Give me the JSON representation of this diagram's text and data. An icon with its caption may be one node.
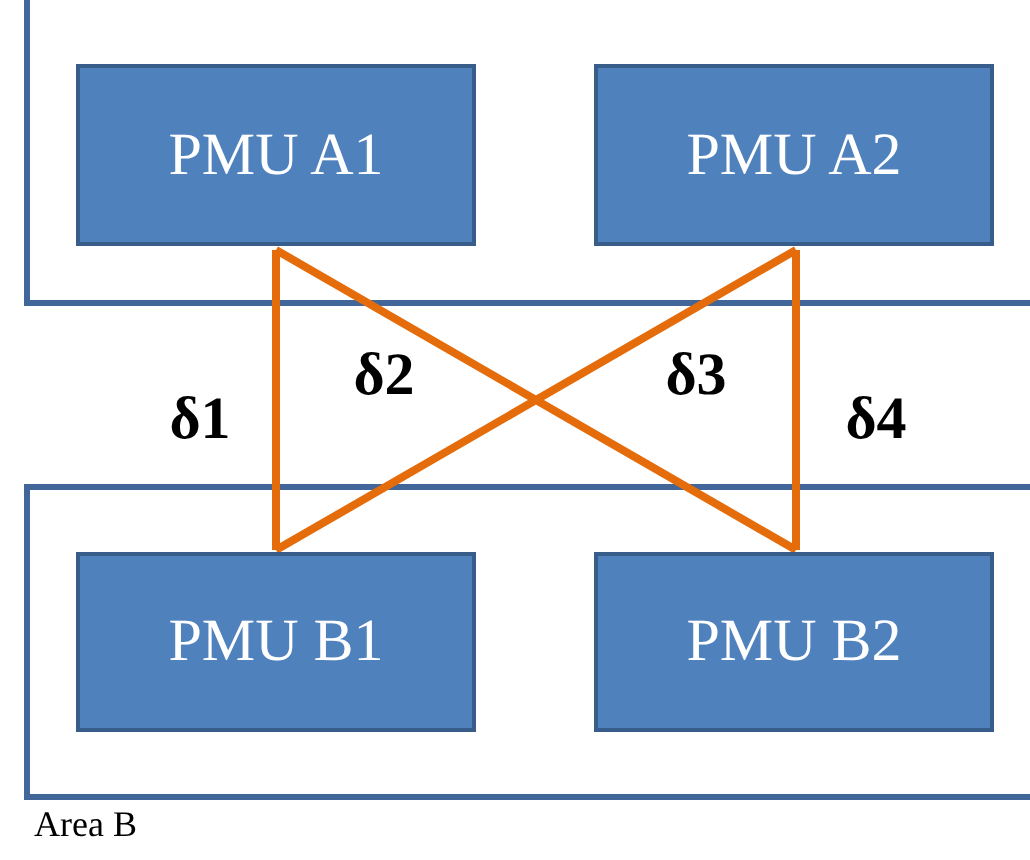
{
  "diagram": {
    "nodes": [
      {
        "text": [],
        "shape": "box"
      },
      {
        "text": [
          "PMU A1"
        ],
        "in": 0
      },
      {
        "text": [
          "PMU A2"
        ],
        "in": 0
      },
      {
        "text": [],
        "shape": "box",
        "beside": [
          "Area B"
        ]
      },
      {
        "text": [
          "PMU B1"
        ],
        "in": 3
      },
      {
        "text": [
          "PMU B2"
        ],
        "in": 3
      }
    ],
    "edges": [
      {
        "from": 1,
        "to": 4,
        "arrow": "none"
      },
      {
        "from": 1,
        "to": 5,
        "arrow": "none"
      },
      {
        "from": 2,
        "to": 4,
        "arrow": "none"
      },
      {
        "from": 2,
        "to": 5,
        "arrow": "none"
      }
    ],
    "labels": [
      "δ1",
      "δ2",
      "δ3",
      "δ4"
    ]
  }
}
